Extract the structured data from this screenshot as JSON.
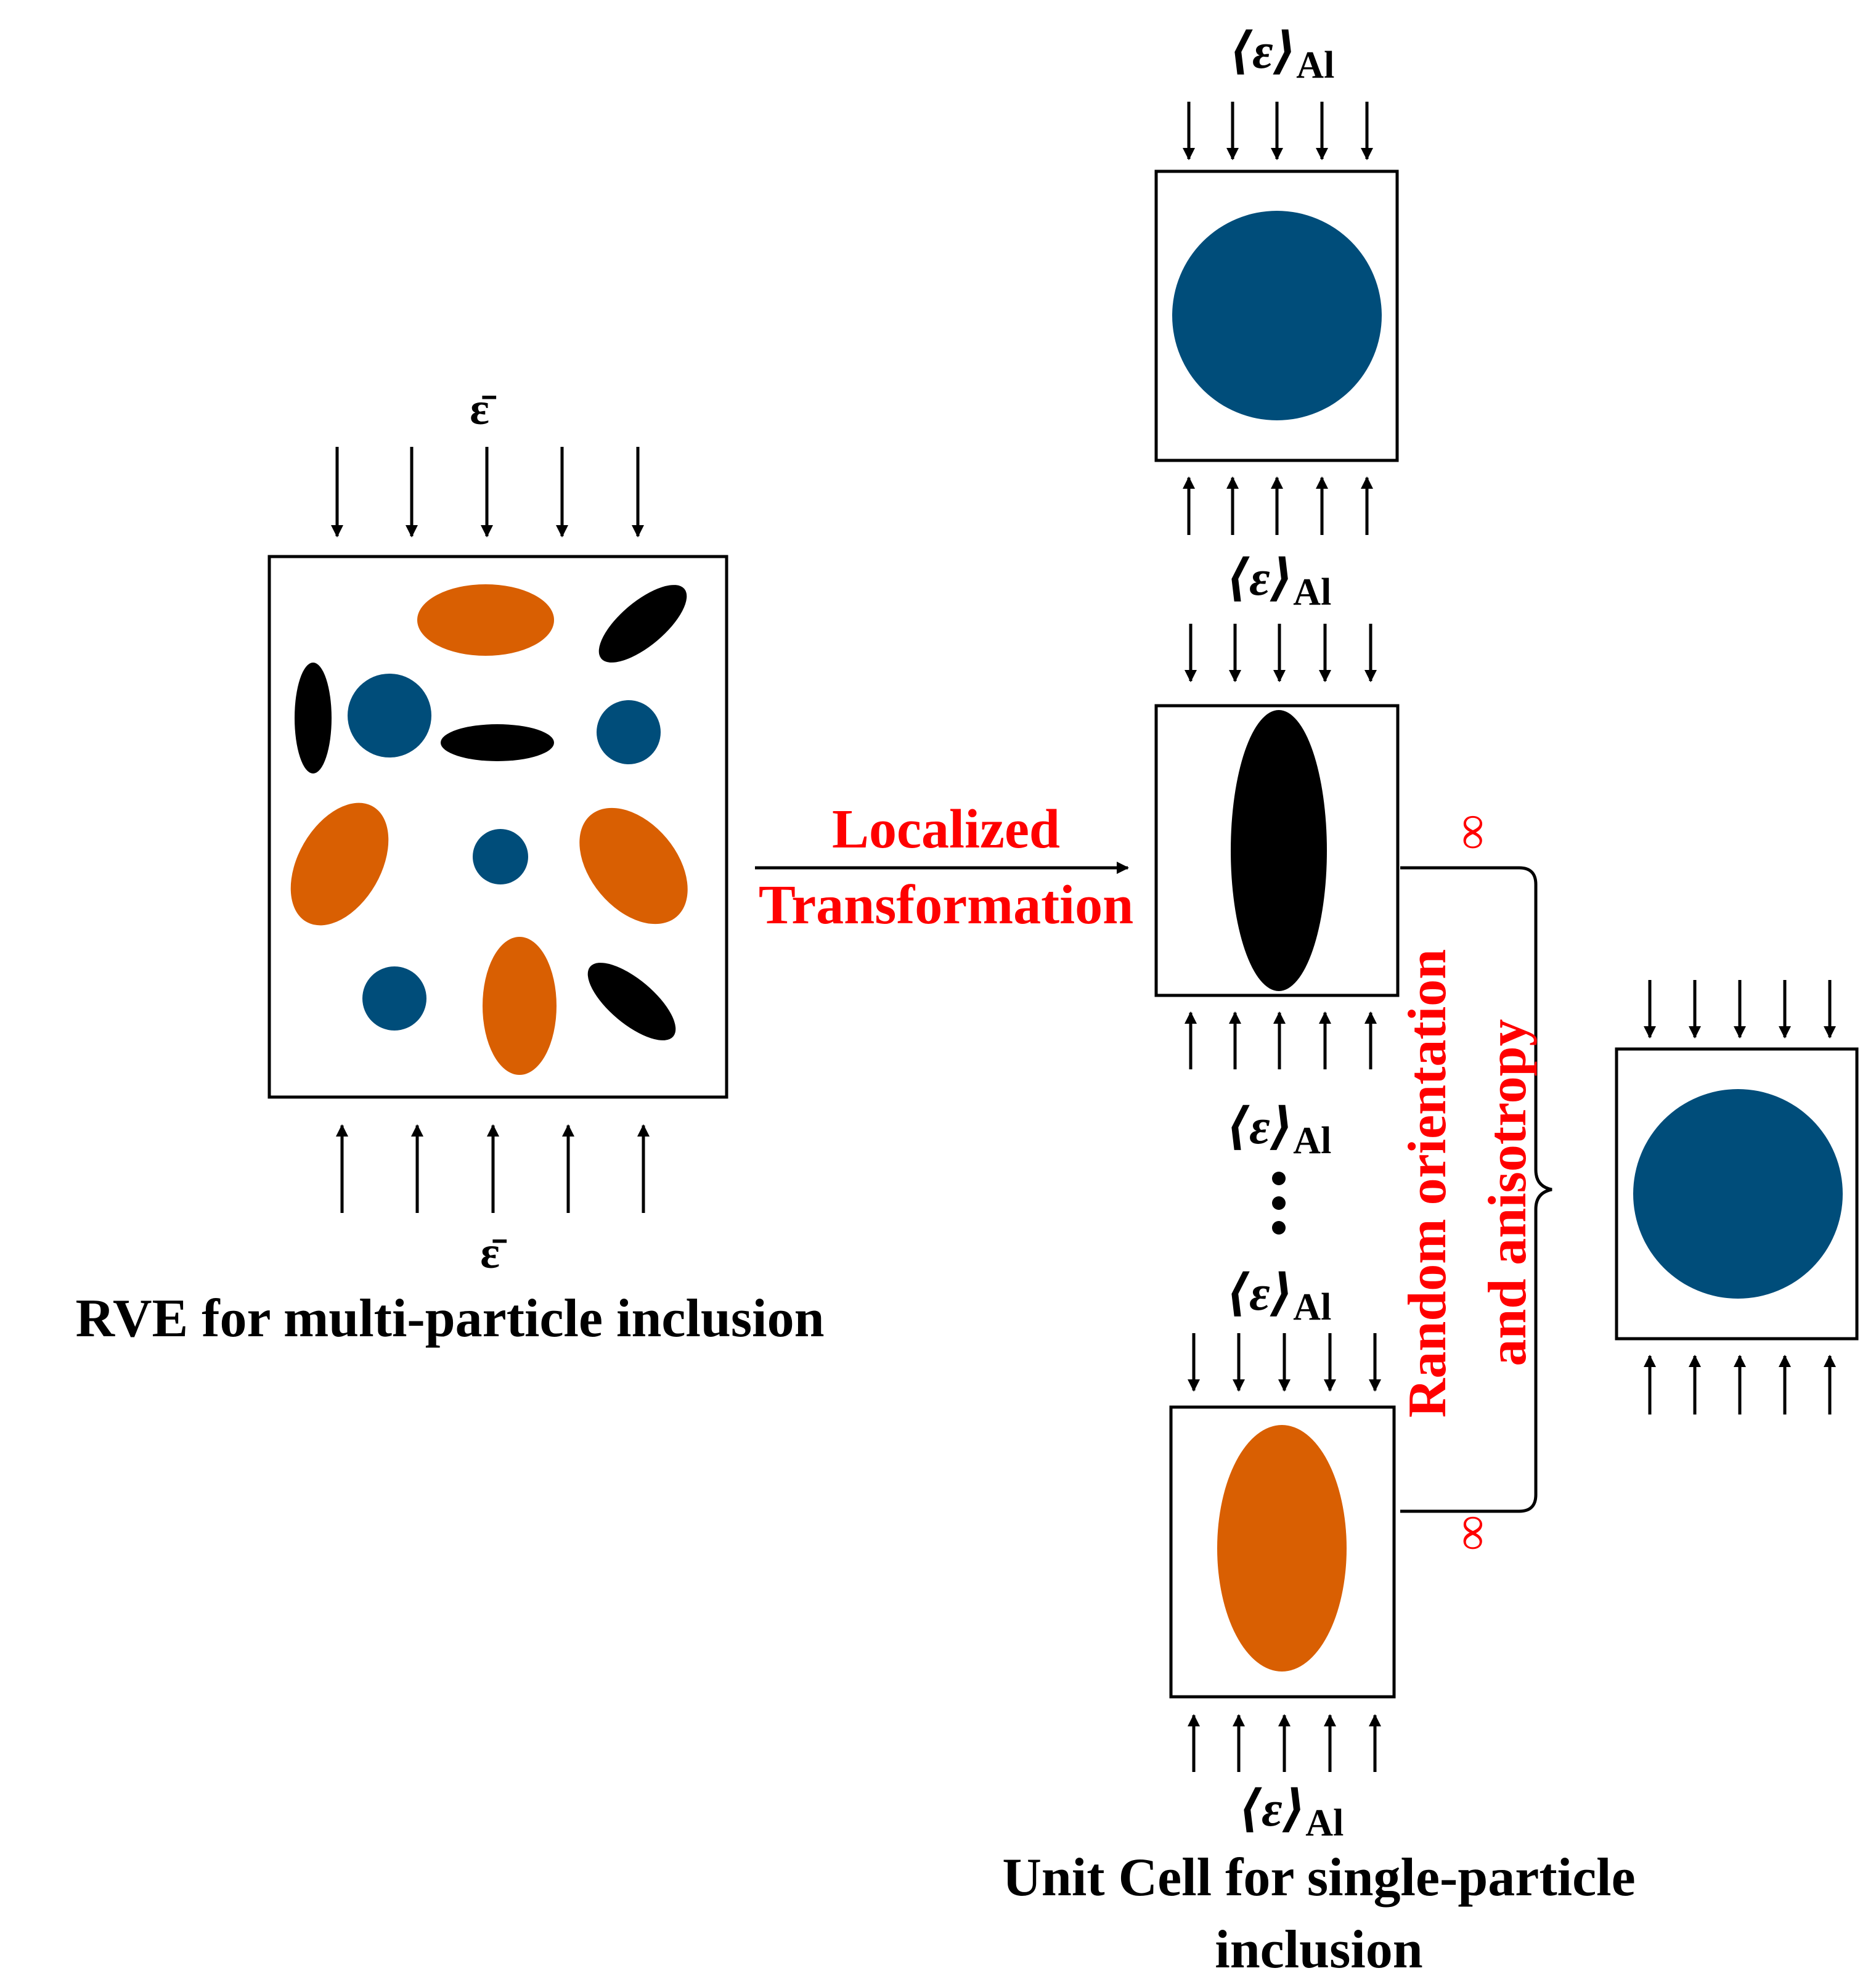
{
  "rve": {
    "caption": "RVE for multi-particle inclusion",
    "strain_top": "ε̄",
    "strain_bottom": "ε̄"
  },
  "transformation": {
    "line1": "Localized",
    "line2": "Transformation"
  },
  "unit_cells": {
    "caption_line1": "Unit Cell for single-particle",
    "caption_line2": "inclusion",
    "strain_symbol": "ε",
    "strain_subscript": "Al",
    "ellipsis": "⋮"
  },
  "brace": {
    "label_line1": "Random orientation",
    "label_line2": "and anisotropy",
    "infinity_top": "∞",
    "infinity_bottom": "∞"
  },
  "colors": {
    "blue": "#004d7a",
    "orange": "#d95f02",
    "black": "#000000",
    "red_text": "#ff0000"
  }
}
